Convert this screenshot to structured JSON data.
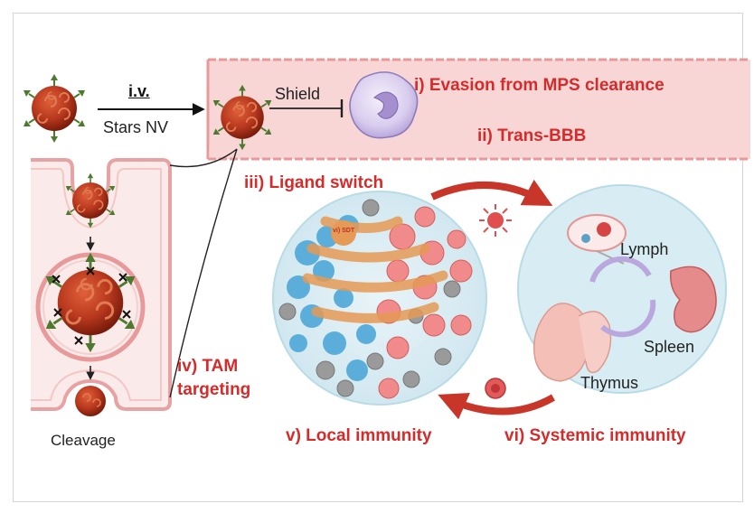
{
  "figure": {
    "route": "i.v.",
    "agent": "Stars NV",
    "shield": "Shield",
    "step_i": "i) Evasion from MPS clearance",
    "step_ii": "ii) Trans-BBB",
    "step_iii": "iii) Ligand switch",
    "step_iv_line1": "iv) TAM",
    "step_iv_line2": "targeting",
    "step_v": "v) Local immunity",
    "step_vi": "vi) Systemic immunity",
    "cleavage": "Cleavage",
    "lymph": "Lymph",
    "spleen": "Spleen",
    "thymus": "Thymus",
    "tumor_tag": "vi) SDT",
    "colors": {
      "accent_red": "#d42b2b",
      "vessel_fill": "#f8d6d6",
      "vessel_border": "#e89a9a",
      "nanoparticle": "#b8381e",
      "ligand": "#4e7a2f",
      "panel_blue": "#d8edf3"
    }
  }
}
